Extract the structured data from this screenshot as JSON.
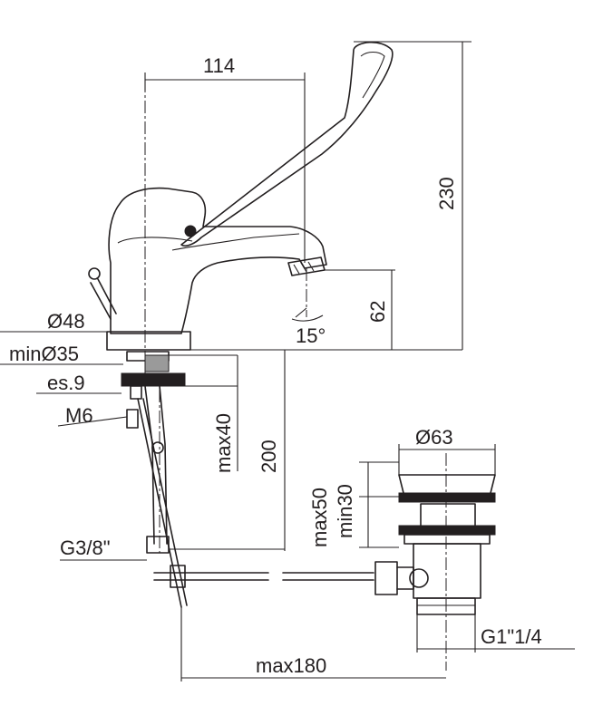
{
  "dimensions": {
    "spout_reach": "114",
    "total_height": "230",
    "spout_height": "62",
    "angle": "15°",
    "base_diameter": "Ø48",
    "hole_min": "minØ35",
    "washer": "es.9",
    "rod_thread": "M6",
    "max_deck": "max40",
    "hose_length": "200",
    "hose_thread": "G3/8\"",
    "waste_diameter": "Ø63",
    "waste_max": "max50",
    "waste_min": "min30",
    "waste_thread": "G1\"1/4",
    "rod_length": "max180"
  }
}
